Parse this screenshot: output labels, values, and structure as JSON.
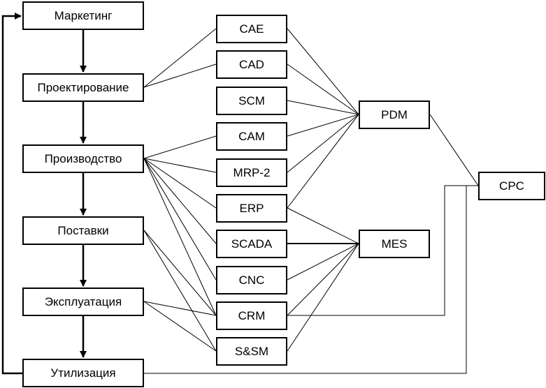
{
  "stages": {
    "marketing": "Маркетинг",
    "design": "Проектирование",
    "production": "Производство",
    "supply": "Поставки",
    "operation": "Эксплуатация",
    "disposal": "Утилизация"
  },
  "systems": {
    "cae": "CAE",
    "cad": "CAD",
    "scm": "SCM",
    "cam": "CAM",
    "mrp2": "MRP-2",
    "erp": "ERP",
    "scada": "SCADA",
    "cnc": "CNC",
    "crm": "CRM",
    "ssm": "S&SM"
  },
  "integration": {
    "pdm": "PDM",
    "mes": "MES",
    "cpc": "CPC"
  },
  "colors": {
    "line": "#000000",
    "box_border": "#000000",
    "background": "#ffffff"
  }
}
